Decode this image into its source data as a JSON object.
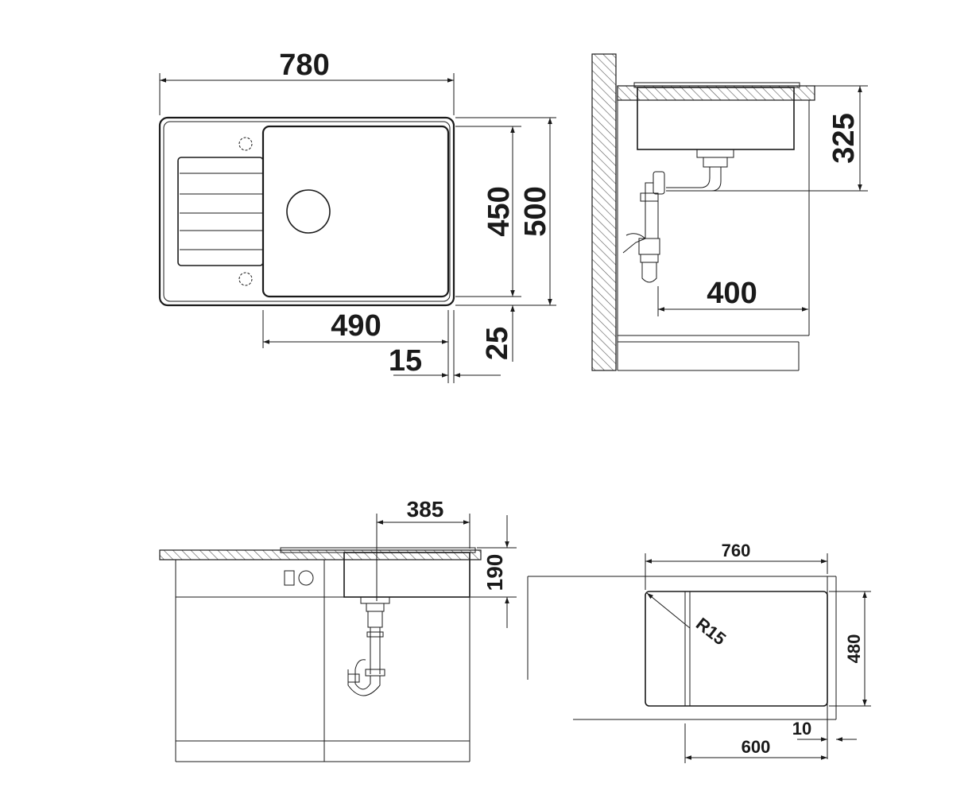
{
  "colors": {
    "line": "#1a1a1a",
    "background": "#ffffff",
    "hatch": "#555555"
  },
  "top_view": {
    "width_780": "780",
    "height_450": "450",
    "height_500": "500",
    "bowl_490": "490",
    "offset_15": "15",
    "offset_25": "25"
  },
  "side_view": {
    "depth_325": "325",
    "drain_400": "400"
  },
  "front_view": {
    "width_385": "385",
    "depth_190": "190"
  },
  "cutout_view": {
    "width_760": "760",
    "radius": "R15",
    "height_480": "480",
    "cabinet_600": "600",
    "offset_10": "10"
  }
}
